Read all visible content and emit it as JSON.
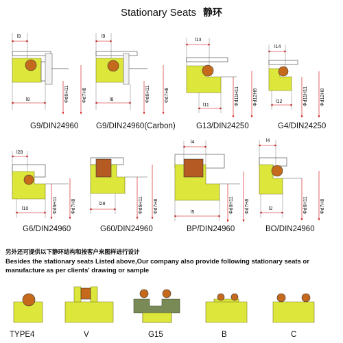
{
  "title": {
    "en": "Stationary Seats",
    "zh": "静环"
  },
  "diagrams": [
    {
      "caption": "G9/DIN24960",
      "dim_top": "l9",
      "dim_bottom": "l8",
      "dim_v1": "Φd6H11",
      "dim_v2": "Φd7H8"
    },
    {
      "caption": "G9/DIN24960(Carbon)",
      "dim_top": "l9",
      "dim_bottom": "l8",
      "dim_v1": "Φd6H11",
      "dim_v2": "Φd7H8"
    },
    {
      "caption": "G13/DIN24250",
      "dim_top": "l13",
      "dim_bottom": "l11",
      "dim_v1": "Φd11H11",
      "dim_v2": "Φd12H8"
    },
    {
      "caption": "G4/DIN24250",
      "dim_top": "l14",
      "dim_bottom": "l12",
      "dim_v1": "Φd11H11",
      "dim_v2": "Φd12H8"
    },
    {
      "caption": "G6/DIN24960",
      "dim_top": "l28",
      "dim_bottom": "l10",
      "dim_v1": "Φd6H11",
      "dim_v2": "Φd7H8"
    },
    {
      "caption": "G60/DIN24960",
      "dim_top": "",
      "dim_bottom": "l28",
      "dim_v1": "Φd6H11",
      "dim_v2": "Φd7H8"
    },
    {
      "caption": "BP/DIN24960",
      "dim_top": "l4",
      "dim_bottom": "l5",
      "dim_v1": "Φd6H11",
      "dim_v2": "Φd7H8"
    },
    {
      "caption": "BO/DIN24960",
      "dim_top": "l4",
      "dim_bottom": "l2",
      "dim_v1": "Φd6H11",
      "dim_v2": "Φd7H8"
    }
  ],
  "note": {
    "zh": "另外还可提供以下静环结构和按客户来图样进行设计",
    "en": "Besides the stationary seats Listed above,Our company also provide following stationary seats or manufacture as per clients' drawing or sample"
  },
  "types": [
    {
      "label": "TYPE4"
    },
    {
      "label": "V"
    },
    {
      "label": "G15"
    },
    {
      "label": "B"
    },
    {
      "label": "C"
    }
  ],
  "colors": {
    "seat": "#dde63a",
    "oring": "#c56a1c",
    "carbon": "#b45a22",
    "g15": "#7a8a56"
  }
}
